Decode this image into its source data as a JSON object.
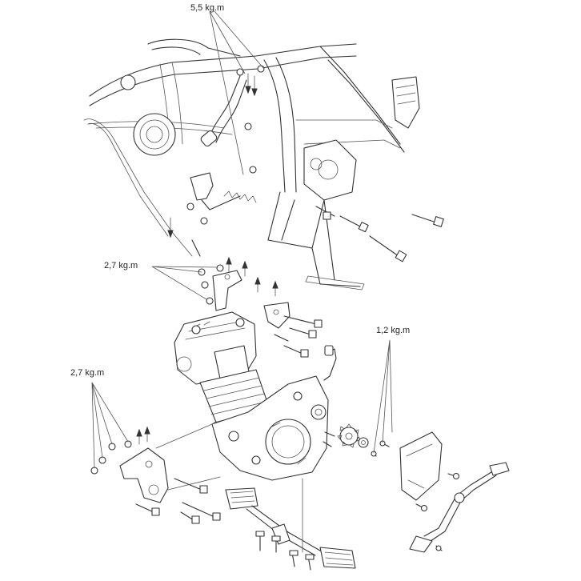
{
  "torque_labels": {
    "top": "5,5 kg.m",
    "mount_upper": "2,7 kg.m",
    "mount_left": "2,7 kg.m",
    "sprocket": "1,2 kg.m"
  }
}
